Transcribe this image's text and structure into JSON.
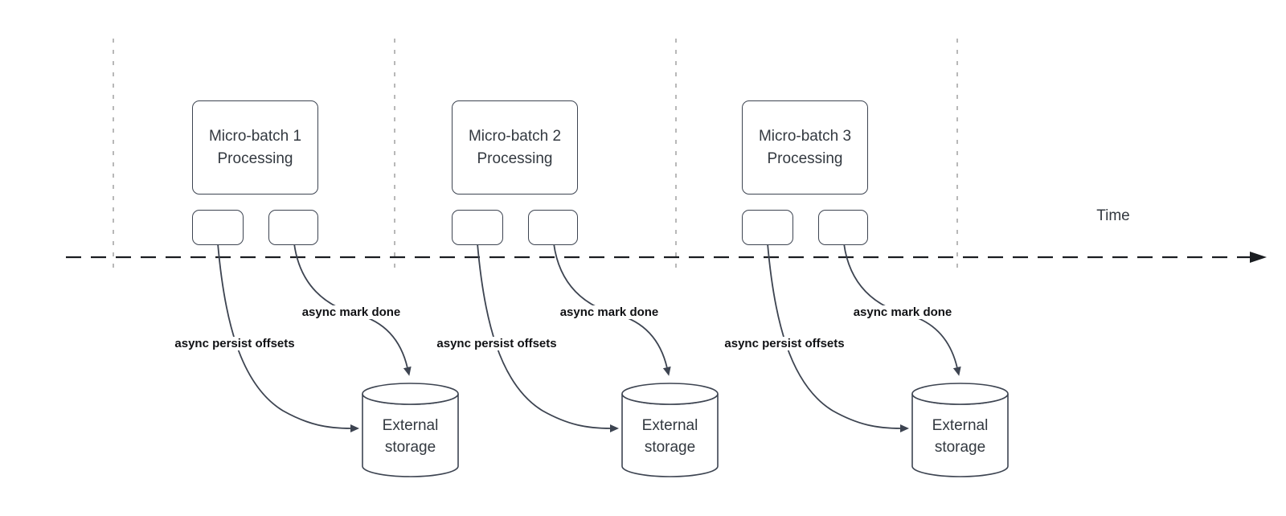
{
  "colors": {
    "shape_stroke": "#3d4451",
    "shape_fill": "#ffffff",
    "box_text": "#333940",
    "bold_label_text": "#101114",
    "timeline_stroke": "#1a1d21",
    "guide_stroke": "#a6a6a6"
  },
  "timeline": {
    "label": "Time"
  },
  "groups": [
    {
      "box_line1": "Micro-batch 1",
      "box_line2": "Processing",
      "persist_label": "async persist offsets",
      "done_label": "async mark done",
      "storage_line1": "External",
      "storage_line2": "storage"
    },
    {
      "box_line1": "Micro-batch 2",
      "box_line2": "Processing",
      "persist_label": "async persist offsets",
      "done_label": "async mark done",
      "storage_line1": "External",
      "storage_line2": "storage"
    },
    {
      "box_line1": "Micro-batch 3",
      "box_line2": "Processing",
      "persist_label": "async persist offsets",
      "done_label": "async mark done",
      "storage_line1": "External",
      "storage_line2": "storage"
    }
  ]
}
